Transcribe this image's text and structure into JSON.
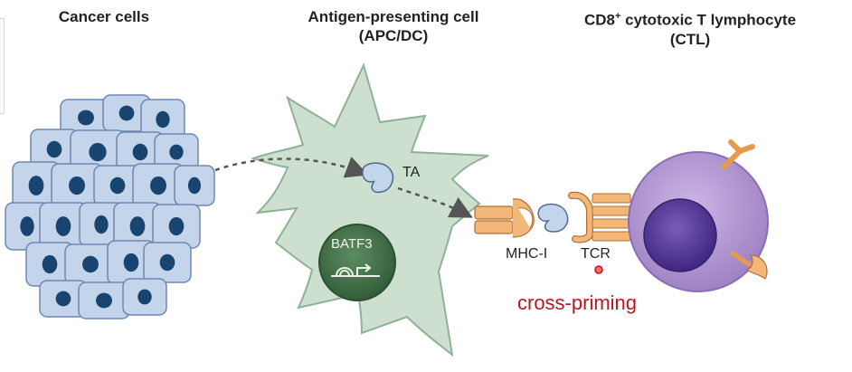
{
  "headers": {
    "cancer": "Cancer cells",
    "apc_line1": "Antigen-presenting cell",
    "apc_line2": "(APC/DC)",
    "ctl_main": "CD8",
    "ctl_sup": "+",
    "ctl_rest": " cytotoxic T lymphocyte",
    "ctl_line2": "(CTL)"
  },
  "labels": {
    "ta": "TA",
    "batf3": "BATF3",
    "mhc": "MHC-I",
    "tcr": "TCR"
  },
  "annotation": {
    "text": "cross-priming",
    "color": "#c0151b"
  },
  "colors": {
    "cell_fill": "#c4d4ea",
    "cell_stroke": "#6d88b0",
    "nucleus": "#1a4470",
    "apc_fill": "#cde0cf",
    "apc_stroke": "#8fb196",
    "batf3_fill": "#3a6a41",
    "tcell_fill": "#b59ad3",
    "tcell_nucleus": "#5a3e9c",
    "receptor": "#f1b26e",
    "antigen": "#c2d5ea"
  },
  "icons": {
    "antigen": "antigen-icon",
    "dna": "dna-gene-icon",
    "cursor": "cursor-dot-icon"
  }
}
